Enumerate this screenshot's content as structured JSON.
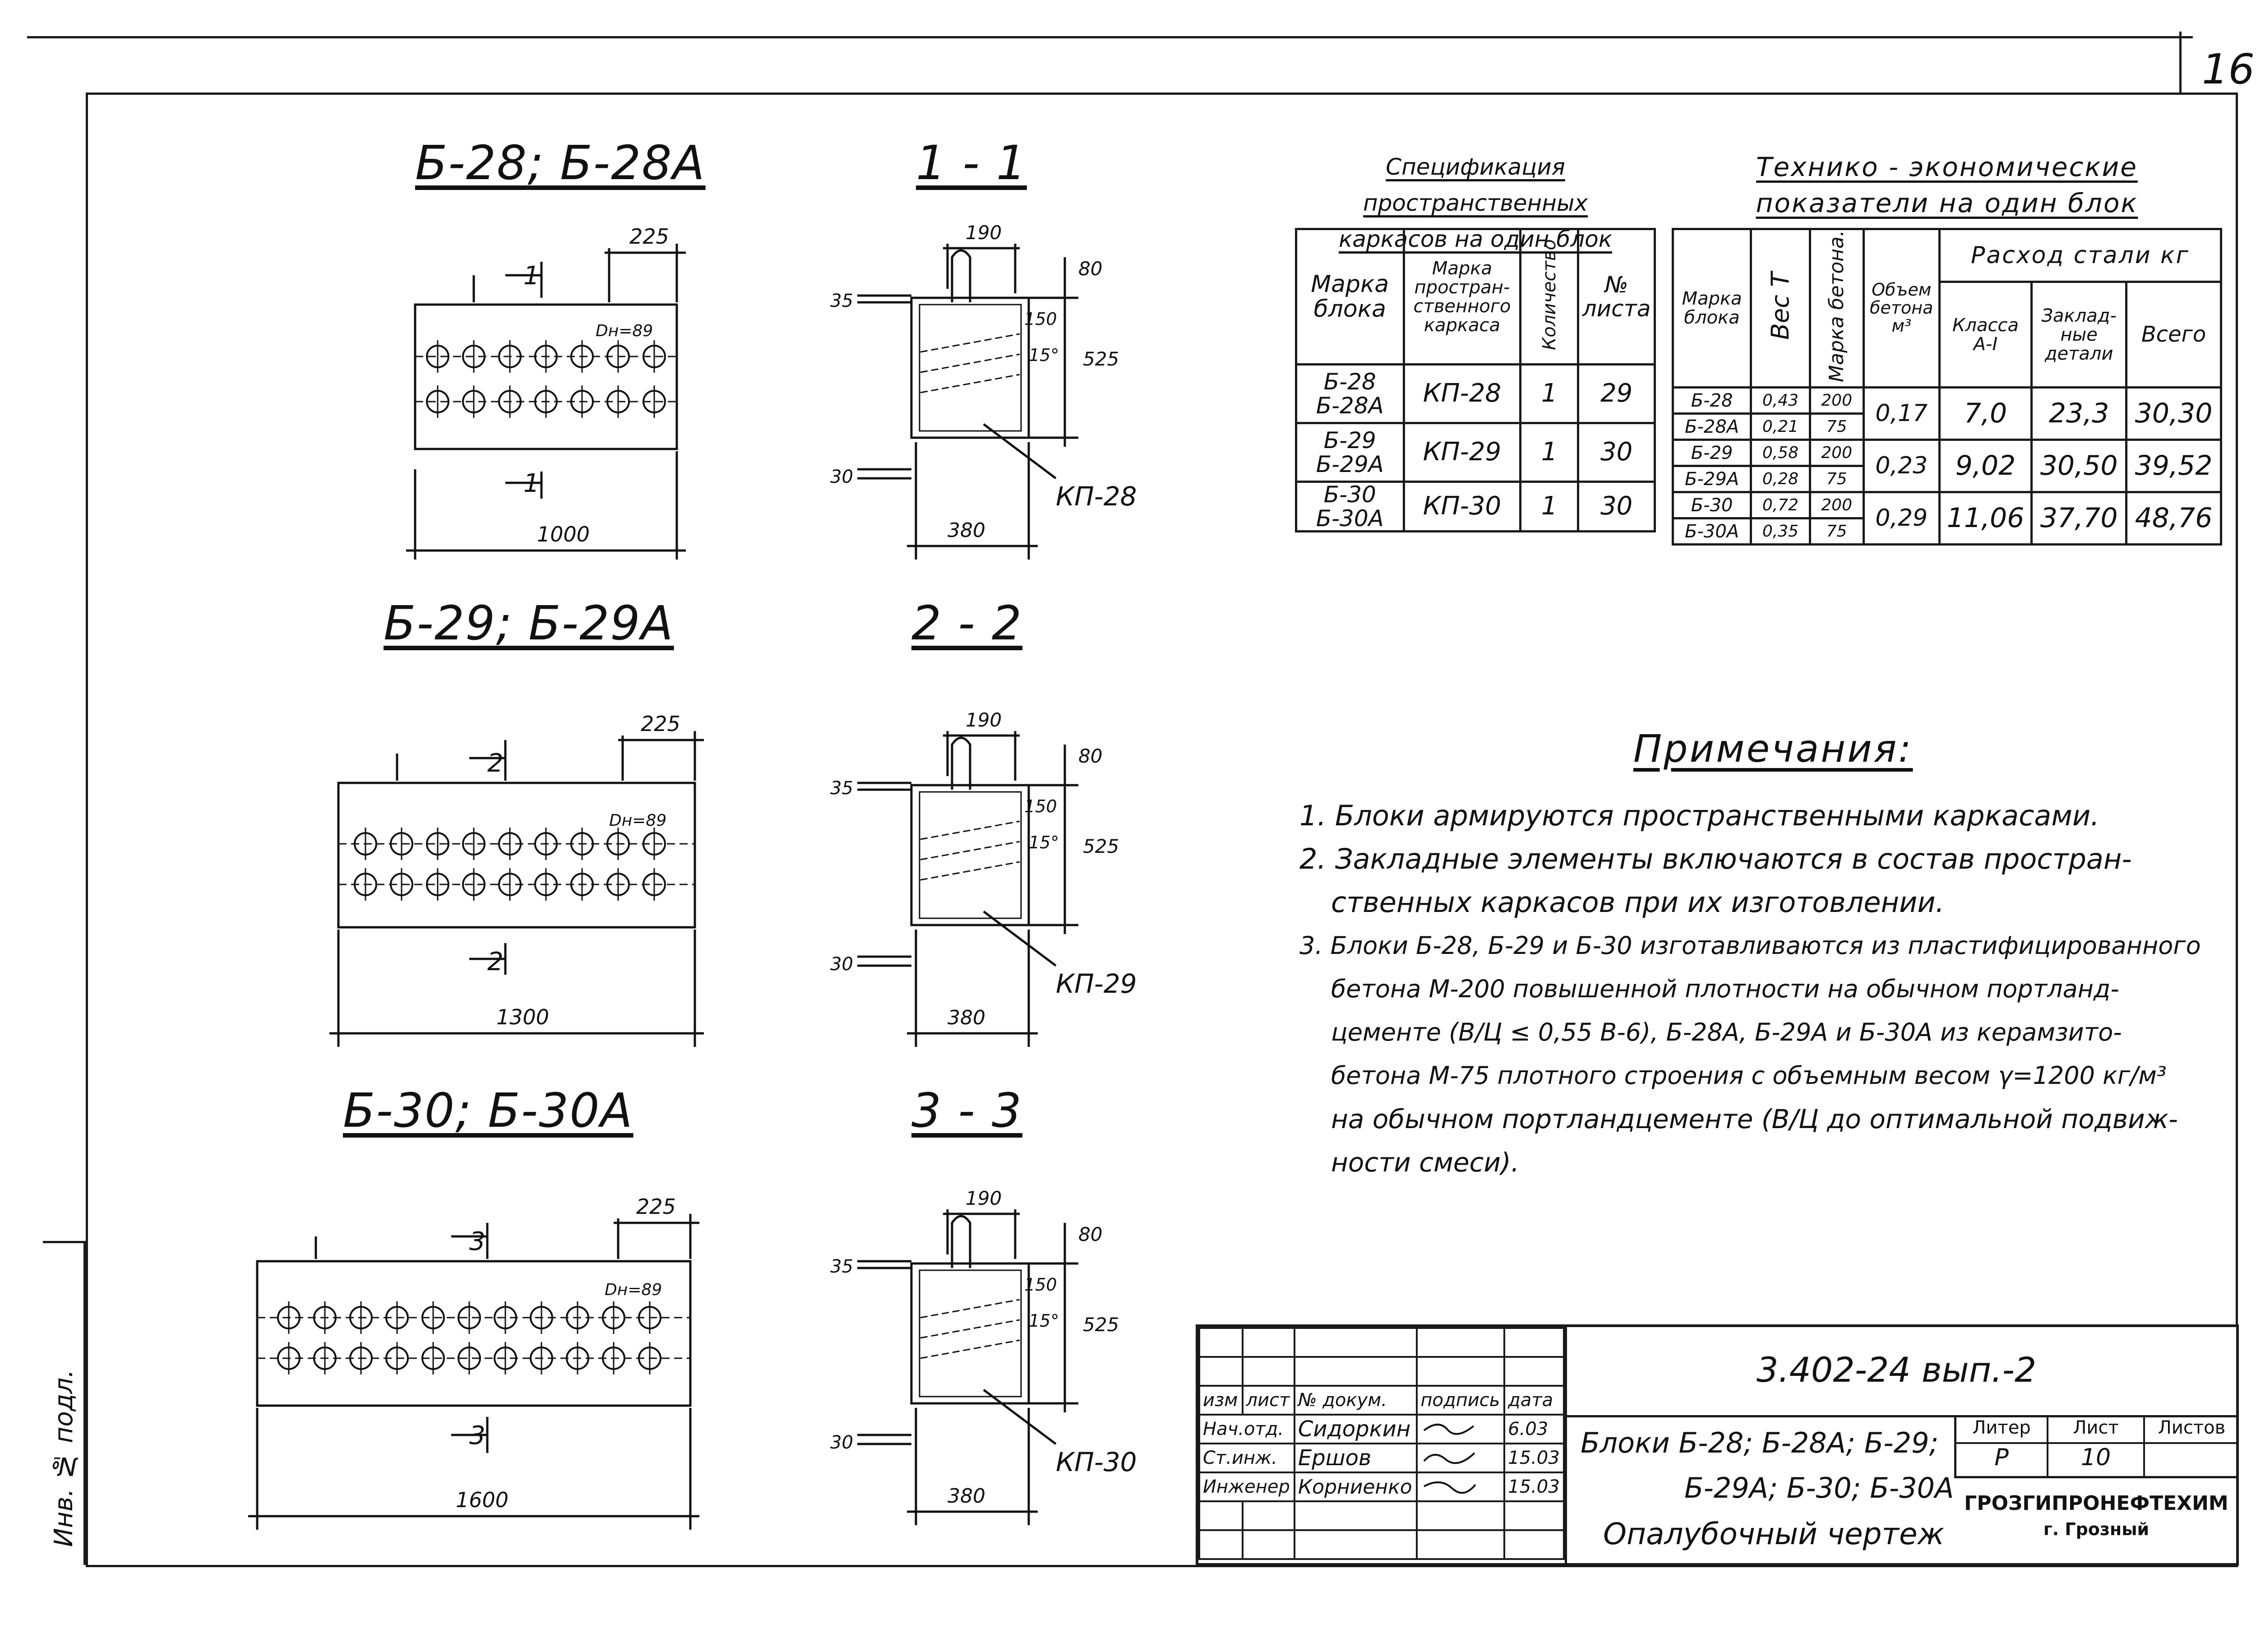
{
  "sheet_number": "16",
  "views": [
    {
      "title": "Б-28; Б-28А",
      "length": "1000",
      "offset": "225",
      "diameter": "Dн=89",
      "section_mark": "1",
      "holes_per_row": 7
    },
    {
      "title": "Б-29; Б-29А",
      "length": "1300",
      "offset": "225",
      "diameter": "Dн=89",
      "section_mark": "2",
      "holes_per_row": 9
    },
    {
      "title": "Б-30; Б-30А",
      "length": "1600",
      "offset": "225",
      "diameter": "Dн=89",
      "section_mark": "3",
      "holes_per_row": 11
    }
  ],
  "sections": [
    {
      "title": "1 - 1",
      "dim_top": "190",
      "dim_top_right": "80",
      "dim_left_top": "35",
      "dim_height": "525",
      "dim_inner": "150",
      "angle": "15°",
      "dim_left_bottom": "30",
      "dim_width": "380",
      "frame_label": "КП-28"
    },
    {
      "title": "2 - 2",
      "dim_top": "190",
      "dim_top_right": "80",
      "dim_left_top": "35",
      "dim_height": "525",
      "dim_inner": "150",
      "angle": "15°",
      "dim_left_bottom": "30",
      "dim_width": "380",
      "frame_label": "КП-29"
    },
    {
      "title": "3 - 3",
      "dim_top": "190",
      "dim_top_right": "80",
      "dim_left_top": "35",
      "dim_height": "525",
      "dim_inner": "150",
      "angle": "15°",
      "dim_left_bottom": "30",
      "dim_width": "380",
      "frame_label": "КП-30"
    }
  ],
  "spec_table": {
    "caption_line1": "Спецификация пространственных",
    "caption_line2": "каркасов на один блок",
    "headers": [
      "Марка блока",
      "Марка простран-ственного каркаса",
      "Количество",
      "№ листа"
    ],
    "rows": [
      {
        "block": "Б-28 Б-28А",
        "frame": "КП-28",
        "qty": "1",
        "sheet": "29"
      },
      {
        "block": "Б-29 Б-29А",
        "frame": "КП-29",
        "qty": "1",
        "sheet": "30"
      },
      {
        "block": "Б-30 Б-30А",
        "frame": "КП-30",
        "qty": "1",
        "sheet": "30"
      }
    ]
  },
  "tech_table": {
    "caption_line1": "Технико - экономические",
    "caption_line2": "показатели на один блок",
    "headers": {
      "block": "Марка блока",
      "weight": "Вес Т",
      "concrete": "Марка бетона.",
      "volume": "Объем бетона м³",
      "steel_group": "Расход стали кг",
      "steel_class": "Класса А-I",
      "embedded": "Заклад-ные детали",
      "total": "Всего"
    },
    "rows": [
      {
        "blocks": [
          "Б-28",
          "Б-28А"
        ],
        "weights": [
          "0,43",
          "0,21"
        ],
        "grades": [
          "200",
          "75"
        ],
        "volume": "0,17",
        "steel_class": "7,0",
        "embedded": "23,3",
        "total": "30,30"
      },
      {
        "blocks": [
          "Б-29",
          "Б-29А"
        ],
        "weights": [
          "0,58",
          "0,28"
        ],
        "grades": [
          "200",
          "75"
        ],
        "volume": "0,23",
        "steel_class": "9,02",
        "embedded": "30,50",
        "total": "39,52"
      },
      {
        "blocks": [
          "Б-30",
          "Б-30А"
        ],
        "weights": [
          "0,72",
          "0,35"
        ],
        "grades": [
          "200",
          "75"
        ],
        "volume": "0,29",
        "steel_class": "11,06",
        "embedded": "37,70",
        "total": "48,76"
      }
    ]
  },
  "notes": {
    "title": "Примечания:",
    "lines": [
      "1. Блоки армируются пространственными каркасами.",
      "2. Закладные элементы включаются в состав простран-",
      "ственных каркасов при их изготовлении.",
      "3. Блоки Б-28, Б-29 и Б-30 изготавливаются из пластифицированного",
      "бетона М-200 повышенной плотности на обычном портланд-",
      "цементе (В/Ц ≤ 0,55 В-6), Б-28А, Б-29А и Б-30А из керамзито-",
      "бетона М-75 плотного строения с объемным весом γ=1200 кг/м³",
      "на обычном портландцементе (В/Ц до оптимальной подвиж-",
      "ности смеси)."
    ]
  },
  "title_block": {
    "doc_code": "3.402-24 вып.-2",
    "header_cells": [
      "изм",
      "лист",
      "№ докум.",
      "подпись",
      "дата"
    ],
    "people": [
      {
        "role": "Нач.отд.",
        "name": "Сидоркин",
        "date": "6.03"
      },
      {
        "role": "Ст.инж.",
        "name": "Ершов",
        "date": "15.03"
      },
      {
        "role": "Инженер",
        "name": "Корниенко",
        "date": "15.03"
      }
    ],
    "title_line1": "Блоки Б-28; Б-28А; Б-29;",
    "title_line2": "Б-29А; Б-30; Б-30А",
    "title_line3": "Опалубочный чертеж",
    "litera_label": "Литер",
    "list_label": "Лист",
    "lists_label": "Листов",
    "litera": "Р",
    "list": "10",
    "org_line1": "ГРОЗГИПРОНЕФТЕХИМ",
    "org_line2": "г. Грозный"
  },
  "inventory_label": "Инв. № подл."
}
